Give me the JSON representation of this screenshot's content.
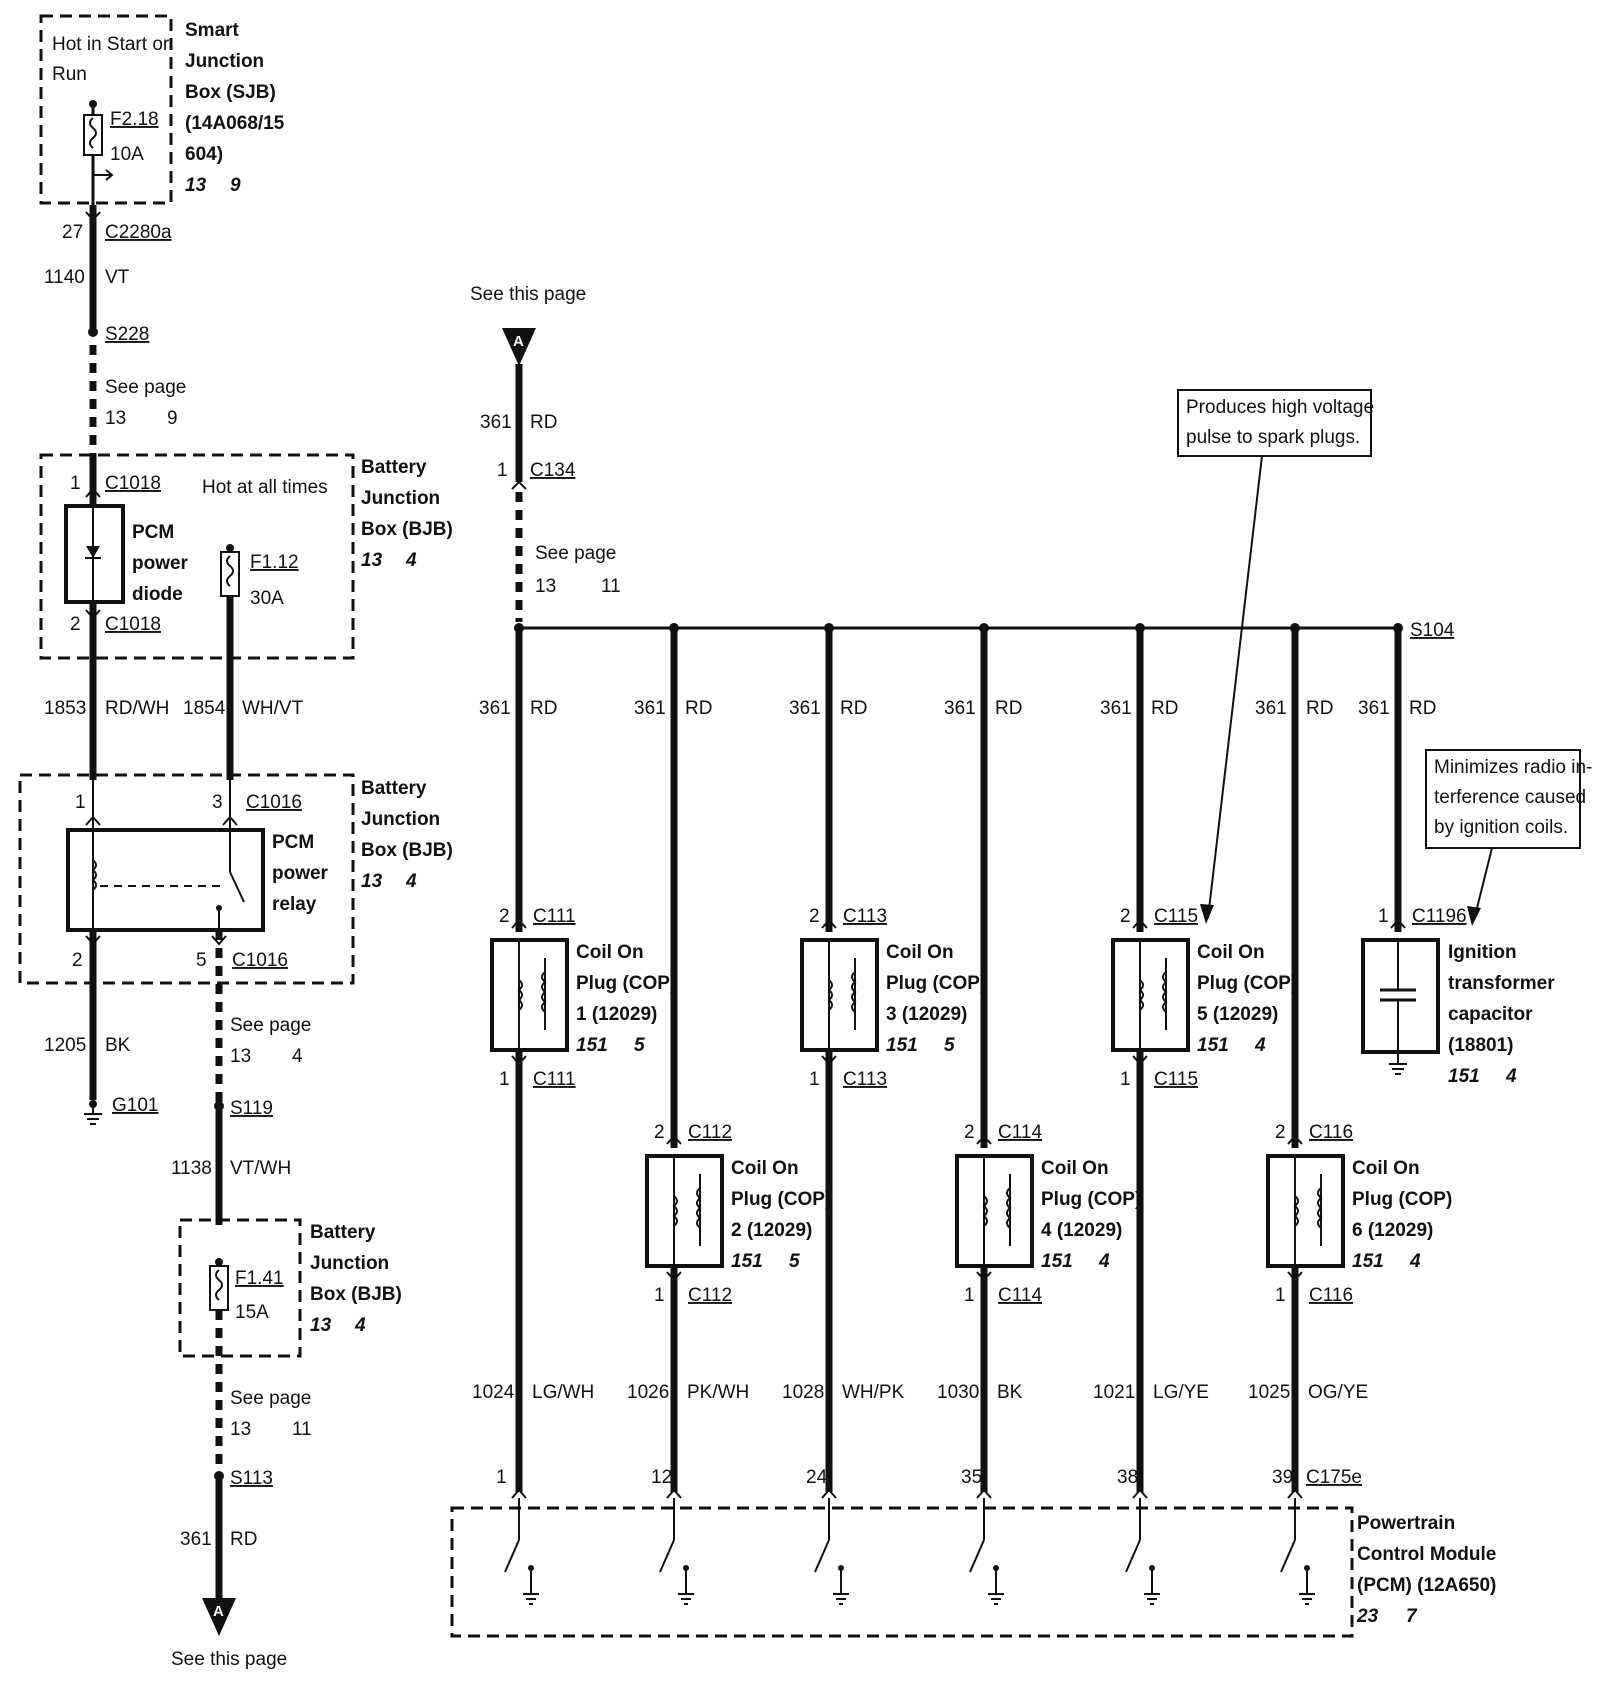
{
  "left": {
    "sjb": {
      "hot_label_1": "Hot in Start or",
      "hot_label_2": "Run",
      "fuse": "F2.18",
      "rating": "10A",
      "name": [
        "Smart",
        "Junction",
        "Box (SJB)",
        "(14A068/15",
        "604)"
      ],
      "ref_page": "13",
      "ref_grid": "9"
    },
    "c2280a": {
      "pin": "27",
      "id": "C2280a"
    },
    "w1140": {
      "circuit": "1140",
      "color": "VT"
    },
    "s228": "S228",
    "seepage1": {
      "label": "See page",
      "page": "13",
      "grid": "9"
    },
    "bjb1": {
      "c1018_top_pin": "1",
      "c1018_bot_pin": "2",
      "c1018": "C1018",
      "hot_label": "Hot at all times",
      "diode_name": [
        "PCM",
        "power",
        "diode"
      ],
      "fuse": "F1.12",
      "rating": "30A",
      "name": [
        "Battery",
        "Junction",
        "Box (BJB)"
      ],
      "ref_page": "13",
      "ref_grid": "4"
    },
    "w1853": {
      "circuit": "1853",
      "color": "RD/WH"
    },
    "w1854": {
      "circuit": "1854",
      "color": "WH/VT"
    },
    "bjb2": {
      "pin1": "1",
      "pin3": "3",
      "pin2": "2",
      "pin5": "5",
      "c1016": "C1016",
      "relay_name": [
        "PCM",
        "power",
        "relay"
      ],
      "name": [
        "Battery",
        "Junction",
        "Box (BJB)"
      ],
      "ref_page": "13",
      "ref_grid": "4"
    },
    "w1205": {
      "circuit": "1205",
      "color": "BK"
    },
    "g101": "G101",
    "seepage2": {
      "label": "See page",
      "page": "13",
      "grid": "4"
    },
    "s119": "S119",
    "w1138": {
      "circuit": "1138",
      "color": "VT/WH"
    },
    "bjb3": {
      "fuse": "F1.41",
      "rating": "15A",
      "name": [
        "Battery",
        "Junction",
        "Box (BJB)"
      ],
      "ref_page": "13",
      "ref_grid": "4"
    },
    "seepage3": {
      "label": "See page",
      "page": "13",
      "grid": "11"
    },
    "s113": "S113",
    "w361": {
      "circuit": "361",
      "color": "RD"
    },
    "connector_letter": "A",
    "see_this_page": "See this page"
  },
  "right": {
    "see_this_page": "See this page",
    "connector_letter": "A",
    "w361_top": {
      "circuit": "361",
      "color": "RD"
    },
    "c134": {
      "pin": "1",
      "id": "C134"
    },
    "seepage": {
      "label": "See page",
      "page": "13",
      "grid": "11"
    },
    "s104": "S104",
    "note_top": [
      "Produces high voltage",
      "pulse to spark plugs."
    ],
    "note_cap": [
      "Minimizes radio in-",
      "terference caused",
      "by ignition coils."
    ],
    "branches": [
      {
        "circuit": "361",
        "color": "RD"
      },
      {
        "circuit": "361",
        "color": "RD"
      },
      {
        "circuit": "361",
        "color": "RD"
      },
      {
        "circuit": "361",
        "color": "RD"
      },
      {
        "circuit": "361",
        "color": "RD"
      },
      {
        "circuit": "361",
        "color": "RD"
      },
      {
        "circuit": "361",
        "color": "RD"
      }
    ],
    "coils": [
      {
        "top_pin": "2",
        "top_conn": "C111",
        "bot_pin": "1",
        "bot_conn": "C111",
        "name": [
          "Coil On",
          "Plug (COP)",
          "1 (12029)"
        ],
        "ref_page": "151",
        "ref_grid": "5",
        "out_circuit": "1024",
        "out_color": "LG/WH",
        "pcm_pin": "1"
      },
      {
        "top_pin": "2",
        "top_conn": "C112",
        "bot_pin": "1",
        "bot_conn": "C112",
        "name": [
          "Coil On",
          "Plug (COP)",
          "2 (12029)"
        ],
        "ref_page": "151",
        "ref_grid": "5",
        "out_circuit": "1026",
        "out_color": "PK/WH",
        "pcm_pin": "12"
      },
      {
        "top_pin": "2",
        "top_conn": "C113",
        "bot_pin": "1",
        "bot_conn": "C113",
        "name": [
          "Coil On",
          "Plug (COP)",
          "3 (12029)"
        ],
        "ref_page": "151",
        "ref_grid": "5",
        "out_circuit": "1028",
        "out_color": "WH/PK",
        "pcm_pin": "24"
      },
      {
        "top_pin": "2",
        "top_conn": "C114",
        "bot_pin": "1",
        "bot_conn": "C114",
        "name": [
          "Coil On",
          "Plug (COP)",
          "4 (12029)"
        ],
        "ref_page": "151",
        "ref_grid": "4",
        "out_circuit": "1030",
        "out_color": "BK",
        "pcm_pin": "35"
      },
      {
        "top_pin": "2",
        "top_conn": "C115",
        "bot_pin": "1",
        "bot_conn": "C115",
        "name": [
          "Coil On",
          "Plug (COP)",
          "5 (12029)"
        ],
        "ref_page": "151",
        "ref_grid": "4",
        "out_circuit": "1021",
        "out_color": "LG/YE",
        "pcm_pin": "38"
      },
      {
        "top_pin": "2",
        "top_conn": "C116",
        "bot_pin": "1",
        "bot_conn": "C116",
        "name": [
          "Coil On",
          "Plug (COP)",
          "6 (12029)"
        ],
        "ref_page": "151",
        "ref_grid": "4",
        "out_circuit": "1025",
        "out_color": "OG/YE",
        "pcm_pin": "39"
      }
    ],
    "capacitor": {
      "pin": "1",
      "conn": "C1196",
      "name": [
        "Ignition",
        "transformer",
        "capacitor",
        "(18801)"
      ],
      "ref_page": "151",
      "ref_grid": "4"
    },
    "pcm": {
      "conn": "C175e",
      "name": [
        "Powertrain",
        "Control Module",
        "(PCM) (12A650)"
      ],
      "ref_page": "23",
      "ref_grid": "7"
    }
  }
}
